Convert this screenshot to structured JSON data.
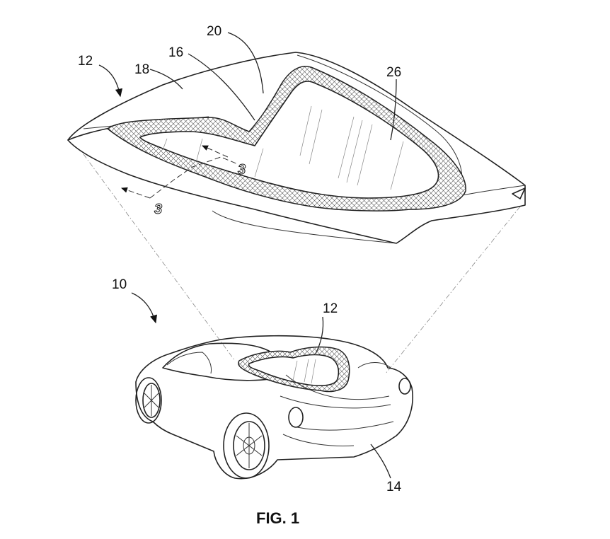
{
  "figure": {
    "caption": "FIG. 1",
    "reference_numerals": {
      "hood_assembly_top": "12",
      "hood_assembly_car": "12",
      "vehicle": "10",
      "body_panel": "18",
      "window_panel": "16",
      "frame": "20",
      "edge": "26",
      "vehicle_body": "14"
    },
    "section_marks": {
      "start": "3",
      "end": "3"
    }
  }
}
